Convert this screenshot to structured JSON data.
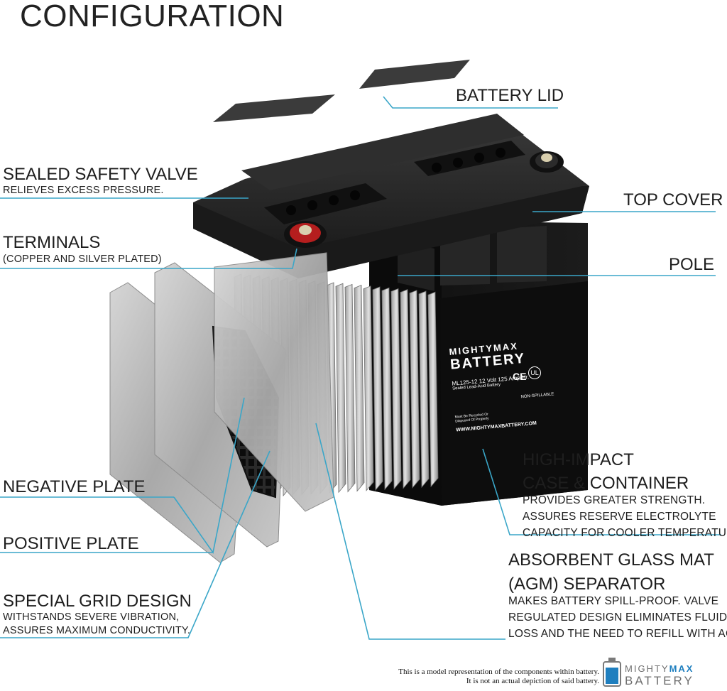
{
  "title": "CONFIGURATION",
  "labels": {
    "battery_lid": "BATTERY LID",
    "sealed_valve": "SEALED SAFETY VALVE",
    "sealed_valve_sub": "RELIEVES EXCESS PRESSURE.",
    "top_cover": "TOP COVER",
    "terminals": "TERMINALS",
    "terminals_sub": "(COPPER AND SILVER PLATED)",
    "pole": "POLE",
    "high_impact_1": "HIGH-IMPACT",
    "high_impact_2": "CASE & CONTAINER",
    "high_impact_sub_1": "PROVIDES GREATER STRENGTH.",
    "high_impact_sub_2": "ASSURES RESERVE ELECTROLYTE",
    "high_impact_sub_3": "CAPACITY FOR COOLER TEMPERATURES.",
    "negative_plate": "NEGATIVE PLATE",
    "positive_plate": "POSITIVE PLATE",
    "agm_1": "ABSORBENT GLASS MAT",
    "agm_2": "(AGM) SEPARATOR",
    "agm_sub_1": "MAKES BATTERY SPILL-PROOF. VALVE",
    "agm_sub_2": "REGULATED DESIGN ELIMINATES FLUID",
    "agm_sub_3": "LOSS AND THE NEED TO REFILL WITH ACID.",
    "grid_1": "SPECIAL GRID DESIGN",
    "grid_sub_1": "WITHSTANDS SEVERE VIBRATION,",
    "grid_sub_2": "ASSURES MAXIMUM CONDUCTIVITY."
  },
  "battery_face": {
    "brand_1": "MIGHTYMAX",
    "brand_2": "BATTERY",
    "model": "ML125-12  12 Volt 125 Amp Hr.",
    "model_sub": "Sealed Lead-Acid Battery",
    "non_spillable": "NON-SPILLABLE",
    "recycle": "Must Be Recycled Or Disposed Of Properly",
    "website": "WWW.MIGHTYMAXBATTERY.COM"
  },
  "footer": {
    "note_1": "This is a model representation of the components within battery.",
    "note_2": "It is not an actual depiction of said battery.",
    "logo_1a": "MIGHTY",
    "logo_1b": "MAX",
    "logo_2": "BATTERY"
  },
  "colors": {
    "leader": "#3aa6c8",
    "case": "#141414",
    "lid": "#2a2a2a",
    "plate": "#b9b9b9",
    "accent_blue": "#1f7fbf"
  }
}
